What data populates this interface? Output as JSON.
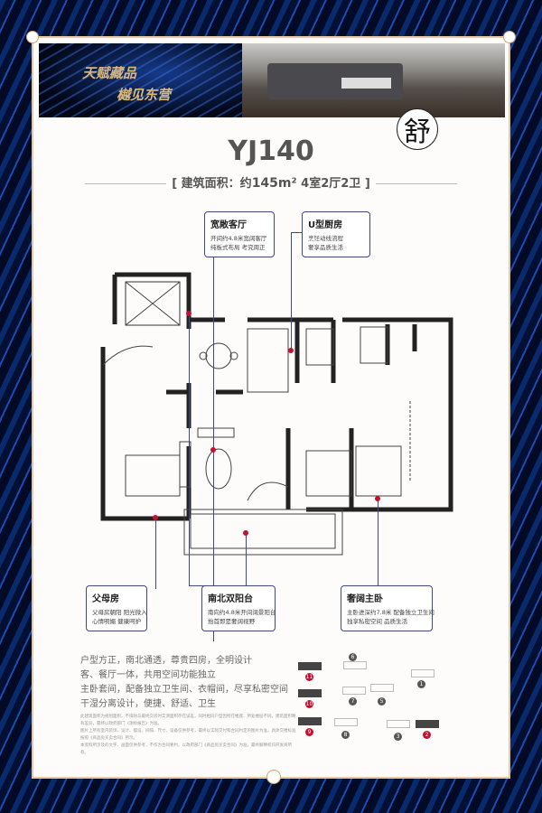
{
  "banner": {
    "slogan_line1": "天赋藏品",
    "slogan_line2": "樾见东营",
    "seal_char": "舒"
  },
  "header": {
    "title": "YJ140",
    "subtitle_open": "[",
    "subtitle_area_label": "建筑面积：约",
    "subtitle_area": "145m²",
    "subtitle_rooms": "4室2厅2卫",
    "subtitle_close": "]"
  },
  "callouts": [
    {
      "title": "宽敞客厅",
      "lines": [
        "开间约4.8米宽阔客厅",
        "纯板式布局 考究周正"
      ]
    },
    {
      "title": "U型厨房",
      "lines": [
        "烹饪动线流程",
        "奢享品质生活"
      ]
    },
    {
      "title": "父母房",
      "lines": [
        "父母房朝阳 阳光微入",
        "心情明媚 健康呵护"
      ]
    },
    {
      "title": "南北双阳台",
      "lines": [
        "南向约4.8米开间阔景阳台",
        "抬首即是奢阔视野"
      ]
    },
    {
      "title": "奢阔主卧",
      "lines": [
        "主卧进深约7.8米 配备独立卫生间",
        "独享私密空间 品质生活"
      ]
    }
  ],
  "features": [
    "户型方正，南北通透，尊贵四房，全明设计",
    "客、餐厅一体，共用空间功能独立",
    "主卧套间，配备独立卫生间、衣帽间，尽享私密空间",
    "干湿分离设计，便捷、舒适、卫生"
  ],
  "fine_print": [
    "此建筑面积为规划面积，不排除与最终交房时实测面积存在误差，同时相同户型因所在楼座、所处楼层不同，建筑面积略有差异，最终以政府部门《测绘报告》为准。",
    "图片上所有室内装饰、设计、摆设、间隔、尺寸、设备仅供参考，最终以实际交付和合同约定的图片为准，具体交楼标准按照《商品房买卖合同》所示。",
    "本资料所涉及的文字、画面仅供参考，不作为合同要约，以政府部门《商品房买卖合同》为准，最终解释权归开发商所有。"
  ],
  "key_plan": {
    "highlighted": [
      "11",
      "10",
      "9",
      "2"
    ],
    "others": [
      "6",
      "1",
      "7",
      "5",
      "8",
      "3"
    ],
    "highlight_color": "#c8102e"
  },
  "colors": {
    "accent": "#3e4a7a",
    "marker": "#c8102e",
    "frame": "#e6c9a0"
  }
}
